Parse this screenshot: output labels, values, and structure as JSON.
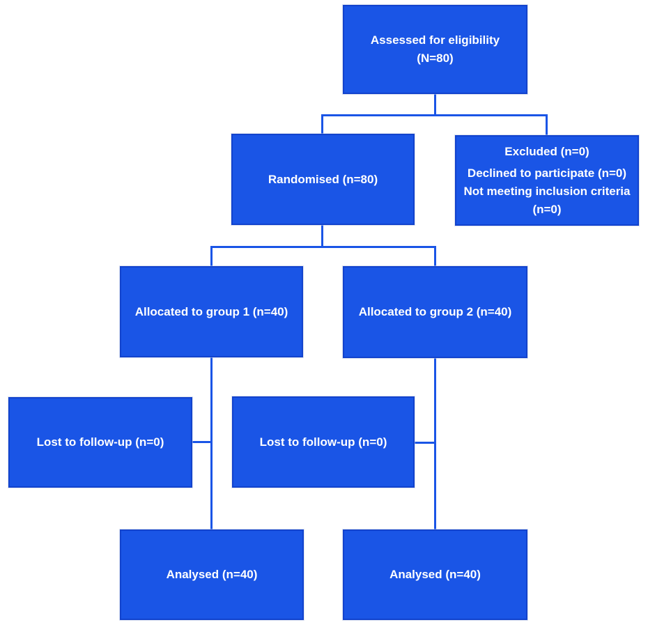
{
  "theme": {
    "page_bg": "#ffffff",
    "box_fill": "#1a55e6",
    "box_border": "#1243cd",
    "line_color": "#1a55e6",
    "text_color": "#ffffff"
  },
  "boxes": {
    "assessed": {
      "line1": "Assessed for eligibility",
      "line2": "(N=80)"
    },
    "randomised": {
      "line1": "Randomised (n=80)"
    },
    "excluded": {
      "line1": "Excluded (n=0)",
      "line2": "Declined to participate (n=0)",
      "line3": "Not meeting inclusion criteria (n=0)"
    },
    "allocated1": {
      "line1": "Allocated to group 1 (n=40)"
    },
    "allocated2": {
      "line1": "Allocated to group 2 (n=40)"
    },
    "lost1": {
      "line1": "Lost to follow-up (n=0)"
    },
    "lost2": {
      "line1": "Lost to follow-up (n=0)"
    },
    "analysed1": {
      "line1": "Analysed (n=40)"
    },
    "analysed2": {
      "line1": "Analysed (n=40)"
    }
  }
}
